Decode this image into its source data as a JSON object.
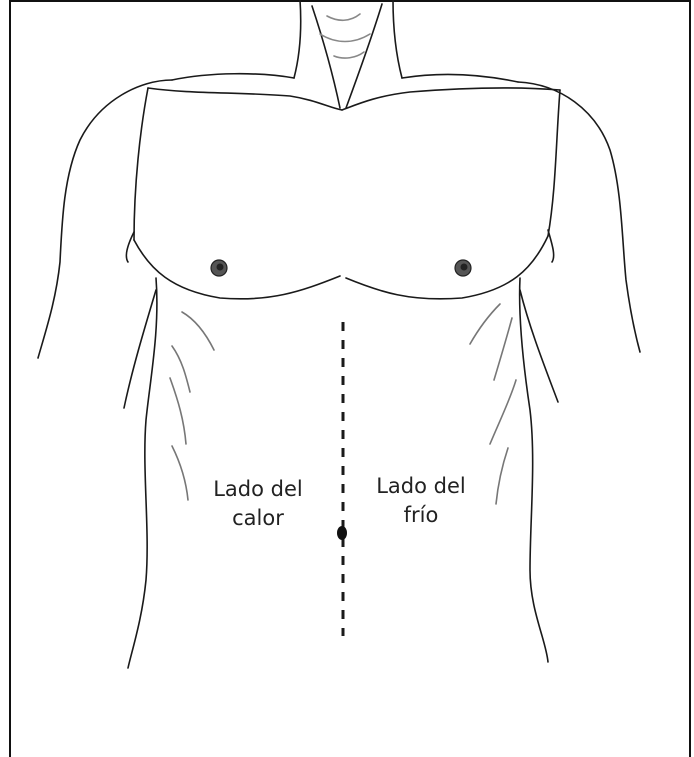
{
  "labels": {
    "left_line1": "Lado del",
    "left_line2": "calor",
    "right_line1": "Lado del",
    "right_line2": "frío"
  },
  "colors": {
    "line": "#1a1a1a",
    "nipple": "#333333",
    "background": "#ffffff"
  }
}
